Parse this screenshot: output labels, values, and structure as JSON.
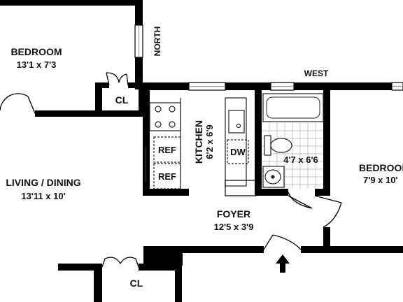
{
  "colors": {
    "wall": "#000000",
    "paper": "#ffffff",
    "line": "#222222",
    "tile": "#9a9a9a",
    "window": "#bdbdbd"
  },
  "compass": {
    "north": "NORTH",
    "west": "WEST"
  },
  "rooms": {
    "bedroom_top": {
      "name": "BEDROOM",
      "size": "13'1 x 7'3"
    },
    "living": {
      "name": "LIVING / DINING",
      "size": "13'11 x 10'"
    },
    "kitchen": {
      "name": "KITCHEN",
      "size": "6'2 x 6'9"
    },
    "bath": {
      "size": "4'7 x 6'6"
    },
    "bedroom_right": {
      "name": "BEDROOM",
      "size": "7'9 x 10'"
    },
    "foyer": {
      "name": "FOYER",
      "size": "12'5 x 3'9"
    }
  },
  "closets": {
    "top": "CL",
    "bottom": "CL"
  },
  "appliances": {
    "dishwasher": "DW",
    "fridge_top": "REF",
    "fridge_bottom": "REF"
  },
  "icons": {
    "entry": "entry-arrow-icon"
  }
}
